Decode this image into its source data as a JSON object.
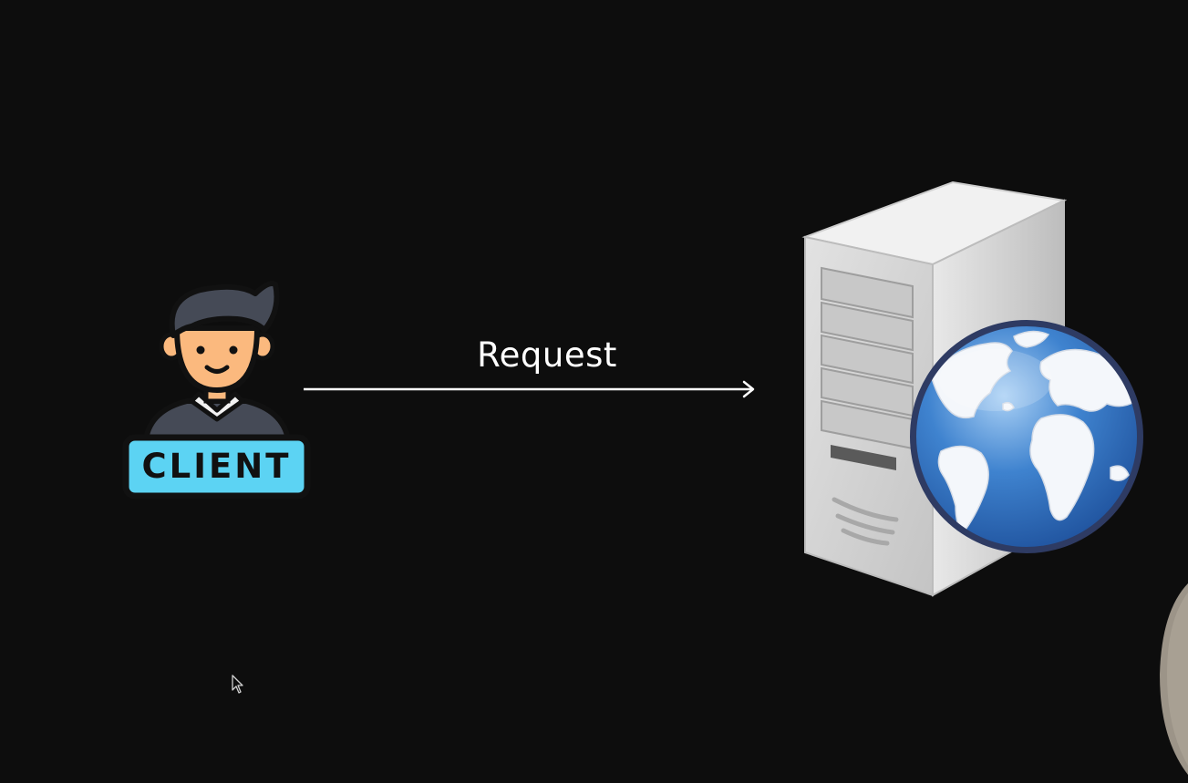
{
  "diagram": {
    "client": {
      "label": "CLIENT",
      "icon": "client-person-icon"
    },
    "connection": {
      "label": "Request",
      "direction": "client-to-server",
      "icon": "right-arrow"
    },
    "server": {
      "icon": "web-server-icon",
      "globe_icon": "globe-icon"
    }
  },
  "colors": {
    "background": "#0d0d0d",
    "text": "#ffffff",
    "client_label_bg": "#5cd3f3",
    "skin": "#fbb97e",
    "hair": "#454a56",
    "globe_ocean": "#2f6bb8",
    "server_gray": "#d9d9d9"
  }
}
